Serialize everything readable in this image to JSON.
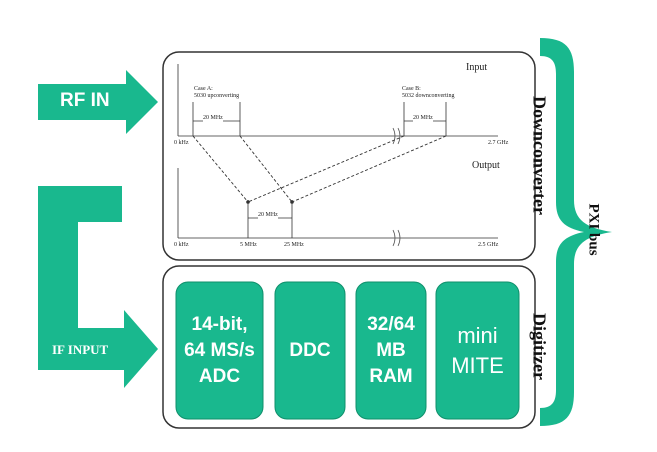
{
  "colors": {
    "green": "#19b88e",
    "block_stroke": "#0f8f6b",
    "panel_stroke": "#333333"
  },
  "arrows": {
    "rf_in": "RF IN",
    "if_input": "IF INPUT"
  },
  "downconverter": {
    "label": "Downconverter",
    "input_title": "Input",
    "output_title": "Output",
    "case_a": [
      "Case A:",
      "5030 upconverting"
    ],
    "case_b": [
      "Case B:",
      "5032 downconverting"
    ],
    "bw_input_left": "20 MHz",
    "bw_input_right": "20 MHz",
    "bw_output": "20 MHz",
    "input_axis_start": "0 kHz",
    "input_axis_end": "2.7 GHz",
    "output_axis_ticks": [
      "0 kHz",
      "5 MHz",
      "25 MHz",
      "2.5 GHz"
    ]
  },
  "digitizer": {
    "label": "Digitizer",
    "blocks": [
      {
        "id": "adc",
        "lines": [
          "14-bit,",
          "64 MS/s",
          "ADC"
        ]
      },
      {
        "id": "ddc",
        "lines": [
          "DDC"
        ]
      },
      {
        "id": "ram",
        "lines": [
          "32/64",
          "MB",
          "RAM"
        ]
      },
      {
        "id": "mite",
        "lines": [
          "mini",
          "MITE"
        ]
      }
    ]
  },
  "bus": {
    "label": "PXI bus"
  }
}
